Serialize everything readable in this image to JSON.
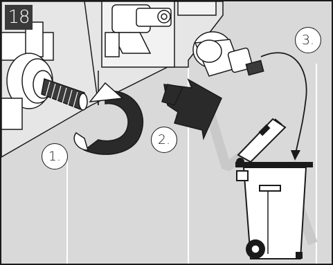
{
  "step": {
    "number": "18"
  },
  "callouts": [
    {
      "label": "1."
    },
    {
      "label": "2."
    },
    {
      "label": "3."
    }
  ],
  "icons": [
    "rotate-arrow-icon",
    "direction-arrow-icon",
    "curved-arrow-icon",
    "trash-bin-icon"
  ],
  "colors": {
    "background": "#d9d9d9",
    "outline": "#1a1a1a",
    "fill": "#ffffff",
    "dark": "#3a3a3a"
  }
}
